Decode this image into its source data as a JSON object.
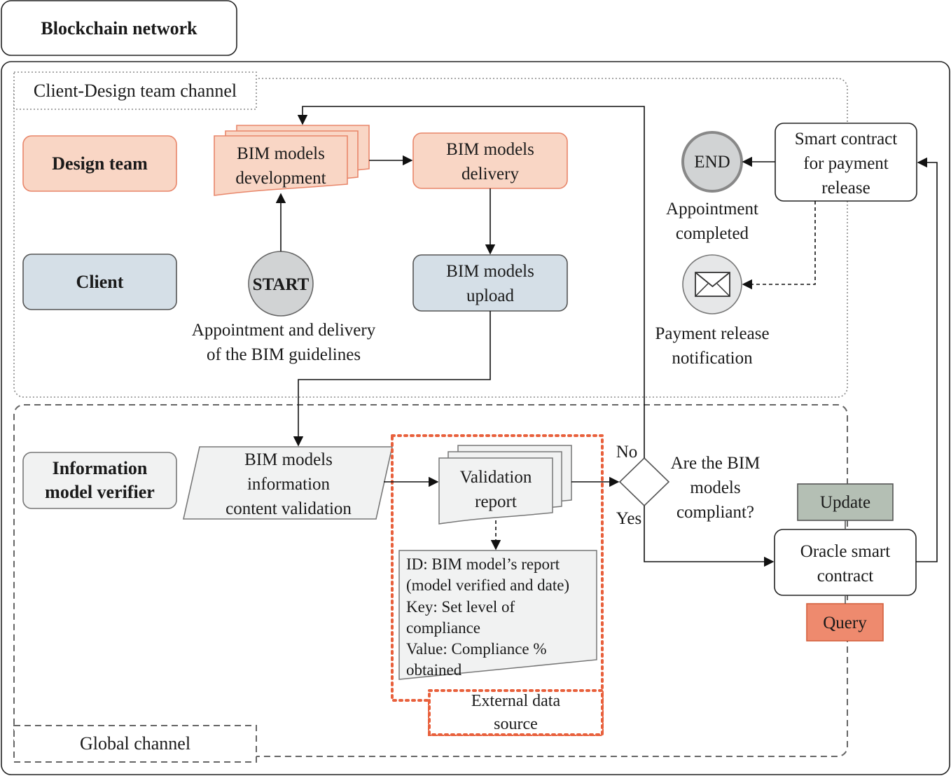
{
  "network_title": "Blockchain network",
  "channels": {
    "client_design": "Client-Design team channel",
    "global": "Global channel"
  },
  "roles": {
    "design_team": "Design team",
    "client": "Client",
    "verifier": [
      "Information",
      "model verifier"
    ]
  },
  "nodes": {
    "bim_development": [
      "BIM models",
      "development"
    ],
    "bim_delivery": [
      "BIM models",
      "delivery"
    ],
    "bim_upload": [
      "BIM models",
      "upload"
    ],
    "start": "START",
    "start_caption": [
      "Appointment and delivery",
      "of the BIM guidelines"
    ],
    "end": "END",
    "end_caption": [
      "Appointment",
      "completed"
    ],
    "payment_caption": [
      "Payment release",
      "notification"
    ],
    "smart_contract": [
      "Smart contract",
      "for payment",
      "release"
    ],
    "validation_content": [
      "BIM models",
      "information",
      "content validation"
    ],
    "validation_report": [
      "Validation",
      "report"
    ],
    "decision": [
      "Are the BIM",
      "models",
      "compliant?"
    ],
    "decision_no": "No",
    "decision_yes": "Yes",
    "oracle": [
      "Oracle smart",
      "contract"
    ],
    "update": "Update",
    "query": "Query",
    "report_details": [
      "ID: BIM model’s report",
      "(model verified and date)",
      "Key: Set level of",
      "compliance",
      "Value: Compliance %",
      "obtained"
    ],
    "external_source": [
      "External data",
      "source"
    ]
  },
  "colors": {
    "design_fill": "#f9d6c5",
    "design_stroke": "#e8866a",
    "client_fill": "#d5dfe7",
    "neutral_fill": "#f1f2f2",
    "start_fill": "#d1d3d4",
    "update_fill": "#b4bfb4",
    "query_fill": "#ee8a6e",
    "dotted_orange": "#e8603c"
  }
}
